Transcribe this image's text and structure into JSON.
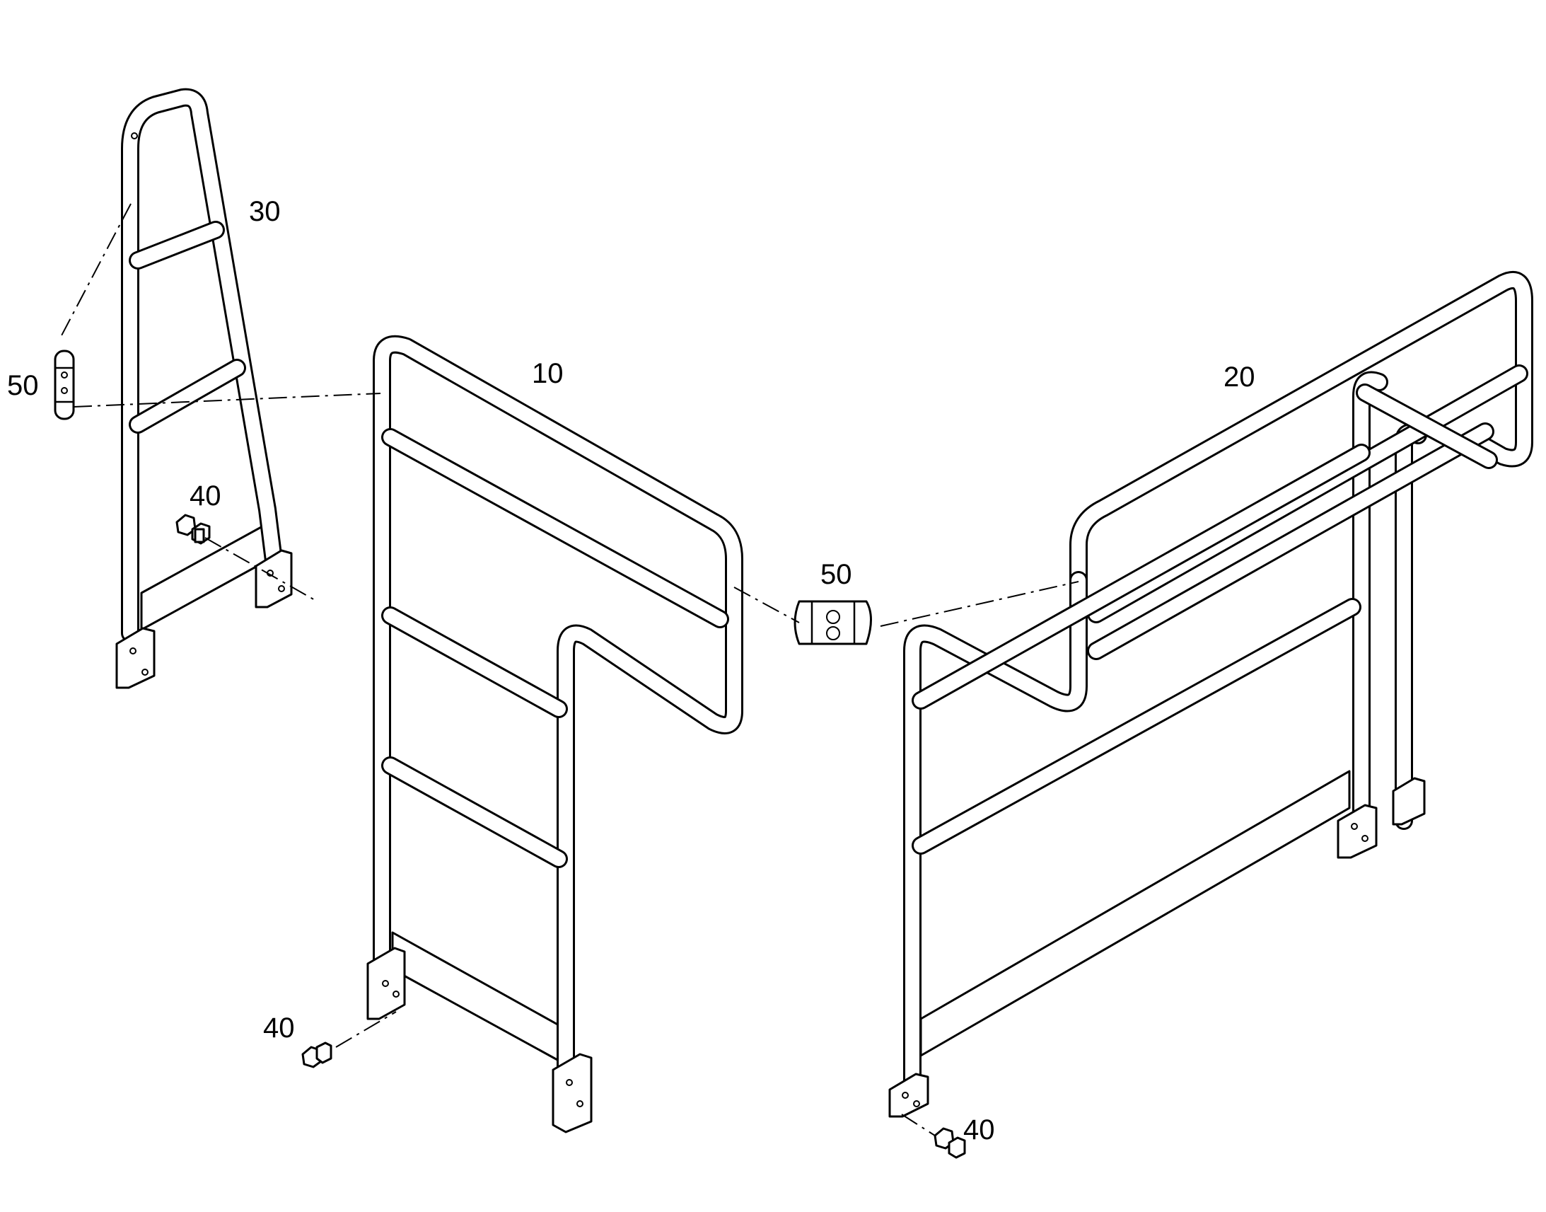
{
  "callouts": {
    "part_10": "10",
    "part_20": "20",
    "part_30": "30",
    "bolt_40_left": "40",
    "bolt_40_middle": "40",
    "bolt_40_right": "40",
    "clamp_50_left": "50",
    "clamp_50_middle": "50"
  },
  "colors": {
    "line": "#000000",
    "background": "#ffffff"
  }
}
